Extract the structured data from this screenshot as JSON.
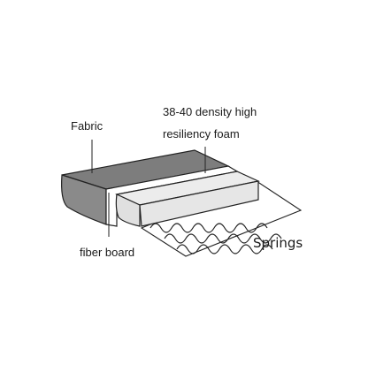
{
  "labels": {
    "fabric": "Fabric",
    "foam_line1": "38-40 density high",
    "foam_line2": "resiliency foam",
    "fiber_board": "fiber board",
    "springs": "Springs"
  },
  "colors": {
    "fabric_fill": "#8a8a8a",
    "fabric_top": "#7d7d7d",
    "foam_fill": "#e6e6e6",
    "fiber_fill": "#ffffff",
    "outline": "#222222",
    "text": "#1a1a1a"
  }
}
